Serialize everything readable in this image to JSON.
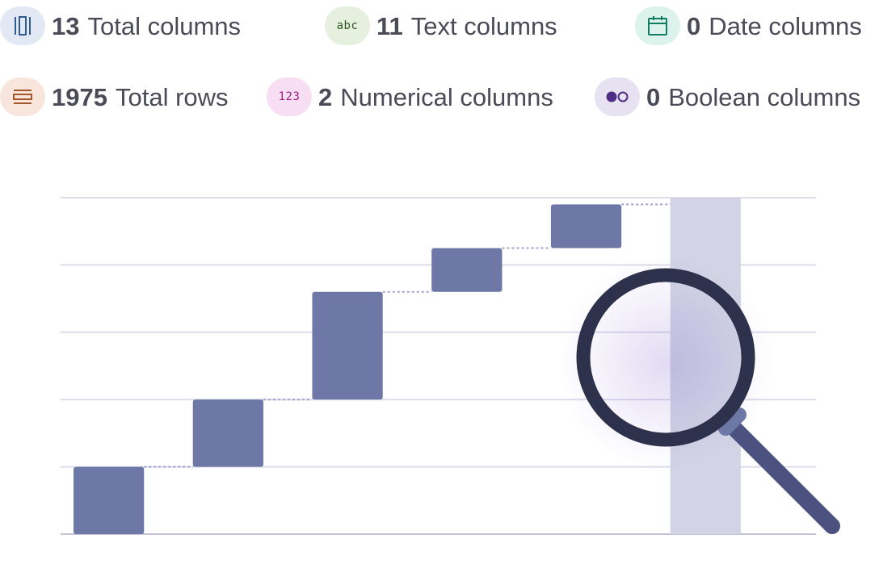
{
  "stats": {
    "total_columns": {
      "value": "13",
      "label": "Total columns",
      "badge_bg": "#e3e9f4",
      "icon_color": "#2f5a92"
    },
    "text_columns": {
      "value": "11",
      "label": "Text columns",
      "badge_text": "abc",
      "badge_bg": "#e6f0de",
      "icon_color": "#2f5a21"
    },
    "date_columns": {
      "value": "0",
      "label": "Date columns",
      "badge_bg": "#dcf3ec",
      "icon_color": "#127d5f"
    },
    "total_rows": {
      "value": "1975",
      "label": "Total rows",
      "badge_bg": "#f8e6dc",
      "icon_color": "#a6562b"
    },
    "numerical_columns": {
      "value": "2",
      "label": "Numerical columns",
      "badge_text": "123",
      "badge_bg": "#f7def2",
      "icon_color": "#9b1f85"
    },
    "boolean_columns": {
      "value": "0",
      "label": "Boolean columns",
      "badge_bg": "#e7e2f1",
      "icon_color": "#4f2d86"
    }
  },
  "chart_data": {
    "type": "bar",
    "subtype": "waterfall",
    "title": "",
    "xlabel": "",
    "ylabel": "",
    "categories": [],
    "series": [
      {
        "increments": [
          1,
          1,
          1.6,
          0.65,
          0.65
        ],
        "empty_highlighted_step": true
      }
    ],
    "ylim": [
      0,
      5
    ],
    "grid": true,
    "colors": {
      "bar": "#6d78a6",
      "grid": "#dcdcea",
      "baseline": "#c2c2d9",
      "connector": "#9ea4cf",
      "highlight_column": "#d2d4e5",
      "magnifier_ring": "#2e314b",
      "magnifier_handle": "#4b527f"
    }
  }
}
